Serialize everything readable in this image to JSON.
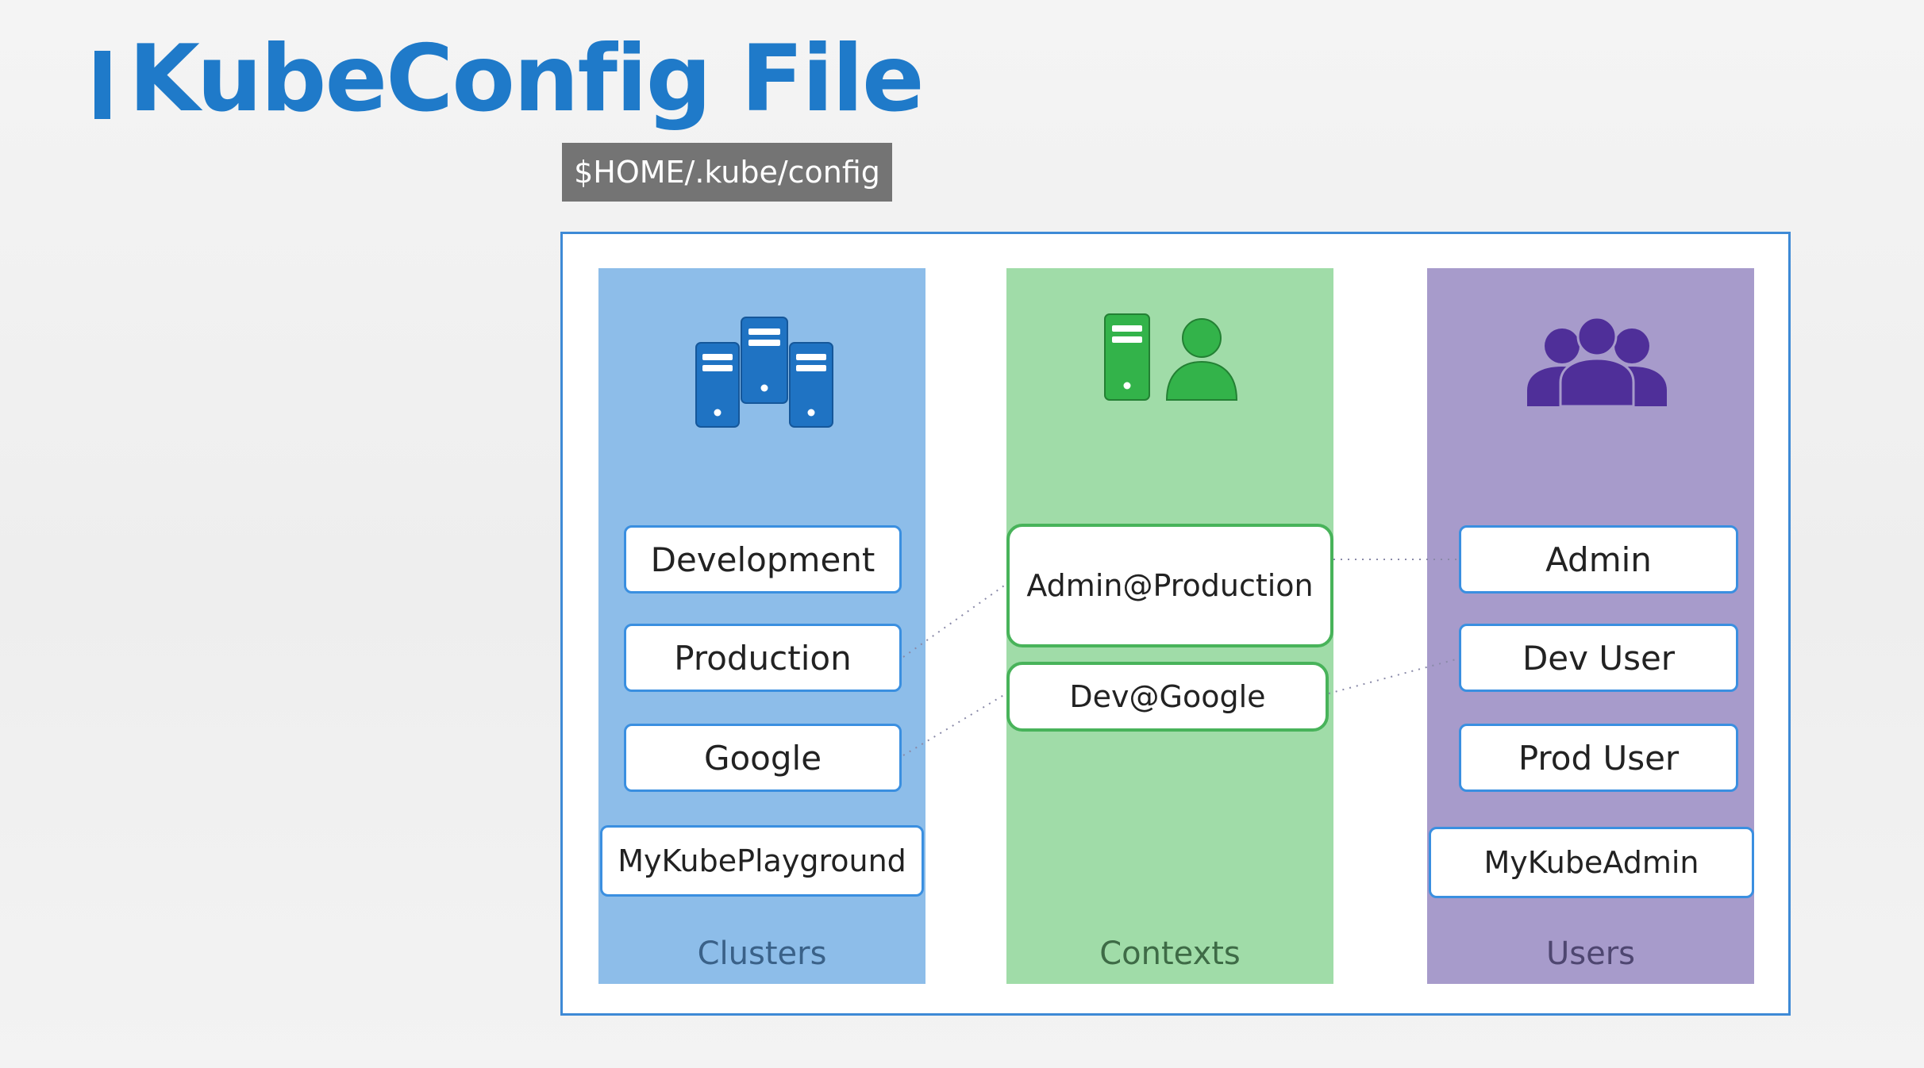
{
  "title": "KubeConfig File",
  "config_path": "$HOME/.kube/config",
  "columns": {
    "clusters": {
      "label": "Clusters",
      "icon": "server-cluster-icon",
      "items": [
        "Development",
        "Production",
        "Google",
        "MyKubePlayground"
      ]
    },
    "contexts": {
      "label": "Contexts",
      "icon": "server-user-icon",
      "items": [
        "Admin@Production",
        "Dev@Google"
      ]
    },
    "users": {
      "label": "Users",
      "icon": "user-group-icon",
      "items": [
        "Admin",
        "Dev User",
        "Prod User",
        "MyKubeAdmin"
      ]
    }
  },
  "links": [
    {
      "context": "Admin@Production",
      "cluster": "Production",
      "user": "Admin"
    },
    {
      "context": "Dev@Google",
      "cluster": "Google",
      "user": "Dev User"
    }
  ],
  "colors": {
    "title": "#1f7ac9",
    "clusters": "#8dbde9",
    "contexts": "#a0dca8",
    "users": "#a79bcb",
    "cluster_icon": "#1f73c3",
    "context_icon": "#33b34a",
    "user_icon": "#4f2f99"
  }
}
